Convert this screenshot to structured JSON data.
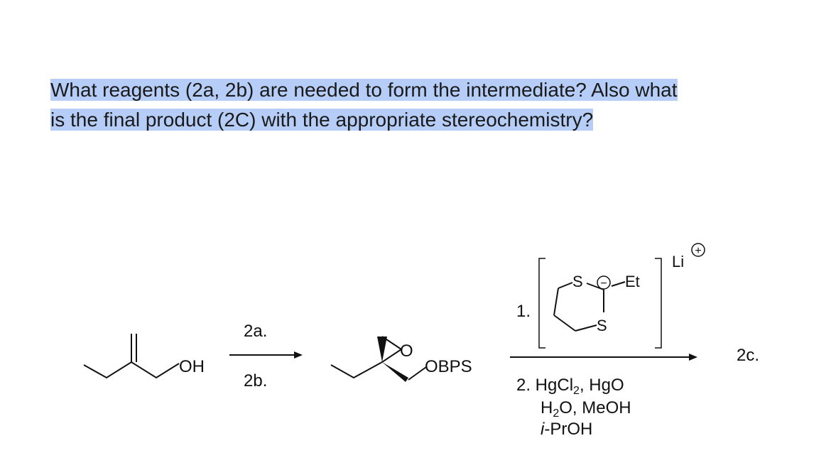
{
  "question": {
    "line1": "What reagents (2a, 2b) are needed to form the intermediate?  Also what",
    "line2": "is the final product (2C) with the appropriate stereochemistry?"
  },
  "scheme": {
    "start": {
      "oh": "OH"
    },
    "step1": {
      "a": "2a.",
      "b": "2b."
    },
    "intermediate": {
      "o": "O",
      "obps": "OBPS"
    },
    "reagent1": {
      "number": "1.",
      "s_top": "S",
      "s_bottom": "S",
      "minus": "−",
      "et": "Et",
      "li": "Li",
      "plus": "+"
    },
    "reagent2": {
      "num": "2. HgCl",
      "sub1": "2",
      "hgo": ", HgO",
      "h": "H",
      "sub2": "2",
      "meoh": "O, MeOH",
      "iprefix": "i",
      "proh": "-PrOH"
    },
    "product": {
      "label": "2c."
    }
  }
}
